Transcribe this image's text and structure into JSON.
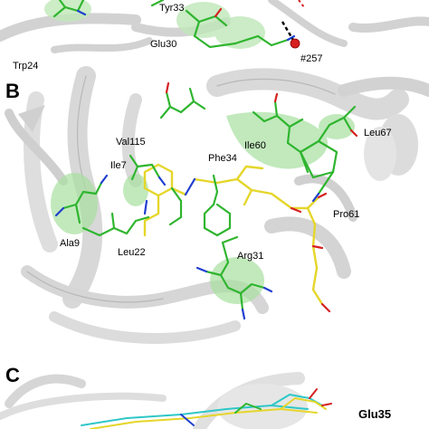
{
  "figure": {
    "panel_letters": [
      "B",
      "C"
    ],
    "panel_a_labels": [
      "Trp24",
      "Tyr33",
      "Glu30",
      "#257"
    ],
    "panel_b_labels": [
      "Val115",
      "Ile60",
      "Leu67",
      "Ile7",
      "Phe34",
      "Pro61",
      "Ala9",
      "Leu22",
      "Arg31"
    ],
    "panel_c_labels": [
      "Glu35"
    ],
    "colors": {
      "ribbon": "#d8d8d8",
      "ribbon_edge": "#bdbdbd",
      "carbon_green": "#2fb52f",
      "ligand_yellow": "#e5d62a",
      "ligand_cyan": "#2fc7c7",
      "nitrogen_blue": "#1f3fd1",
      "oxygen_red": "#d62020",
      "highlight_green": "#b7e6b0",
      "background": "#ffffff"
    }
  }
}
